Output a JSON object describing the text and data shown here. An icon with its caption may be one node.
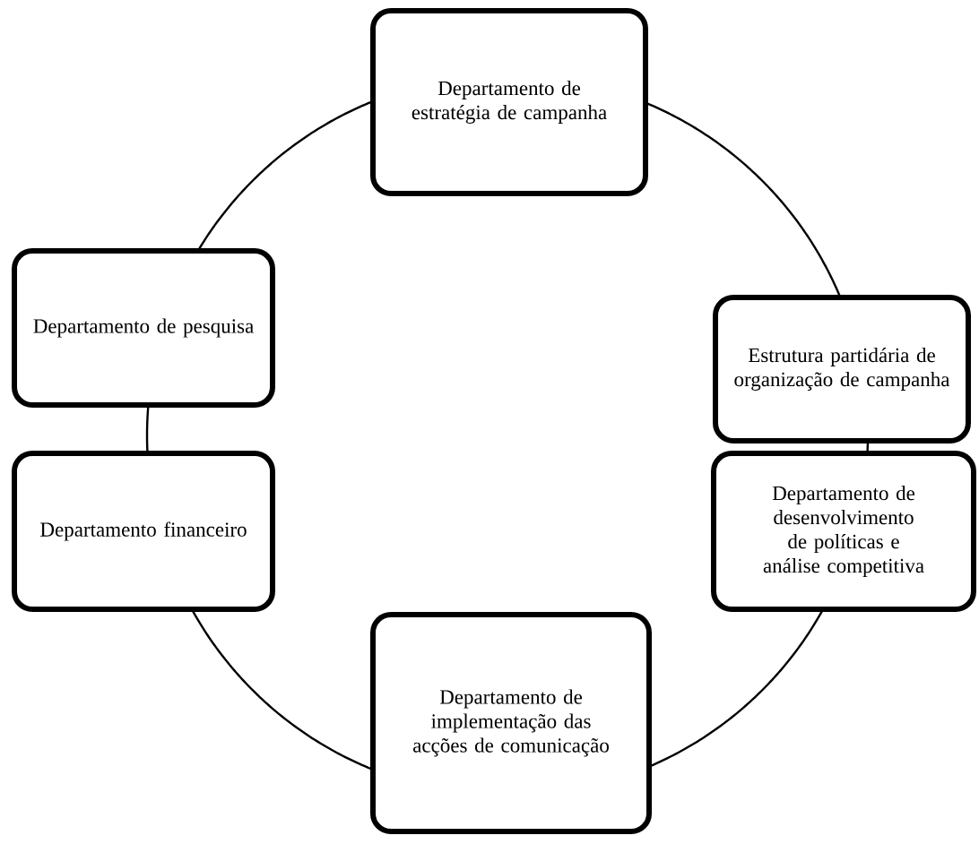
{
  "diagram": {
    "nodes": [
      {
        "text": [
          "Departamento de estratégia de campanha"
        ]
      },
      {
        "text": [
          "Departamento de pesquisa"
        ]
      },
      {
        "text": [
          "Estrutura partidária de organização de campanha"
        ]
      },
      {
        "text": [
          "Departamento financeiro"
        ]
      },
      {
        "text": [
          "Departamento de desenvolvimento de políticas e análise competitiva"
        ]
      },
      {
        "text": [
          "Departamento de implementação das acções de comunicação"
        ]
      }
    ],
    "edges": [
      {
        "from": 0,
        "to": 2,
        "arrow": "none"
      },
      {
        "from": 2,
        "to": 4,
        "arrow": "none"
      },
      {
        "from": 4,
        "to": 5,
        "arrow": "none"
      },
      {
        "from": 5,
        "to": 3,
        "arrow": "none"
      },
      {
        "from": 3,
        "to": 1,
        "arrow": "none"
      },
      {
        "from": 1,
        "to": 0,
        "arrow": "none"
      }
    ]
  }
}
